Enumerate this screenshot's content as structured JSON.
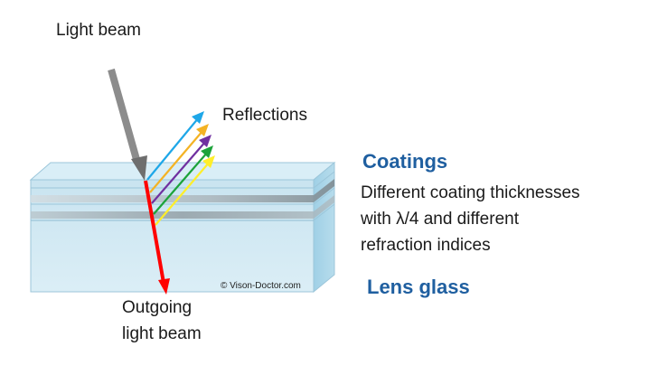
{
  "labels": {
    "light_beam": "Light beam",
    "reflections": "Reflections",
    "coatings": "Coatings",
    "coatings_desc_1": "Different coating thicknesses",
    "coatings_desc_2": "with λ/4 and different",
    "coatings_desc_3": "refraction indices",
    "lens_glass": "Lens glass",
    "copyright": "© Vison-Doctor.com",
    "outgoing_1": "Outgoing",
    "outgoing_2": "light beam"
  },
  "colors": {
    "heading_blue": "#1f5fa0",
    "incoming_beam": "#8c8c8c",
    "outgoing_beam": "#ff0000",
    "reflection_colors": [
      "#1ea7e8",
      "#f4b324",
      "#7030a0",
      "#1ca33a",
      "#ffee2a"
    ]
  }
}
